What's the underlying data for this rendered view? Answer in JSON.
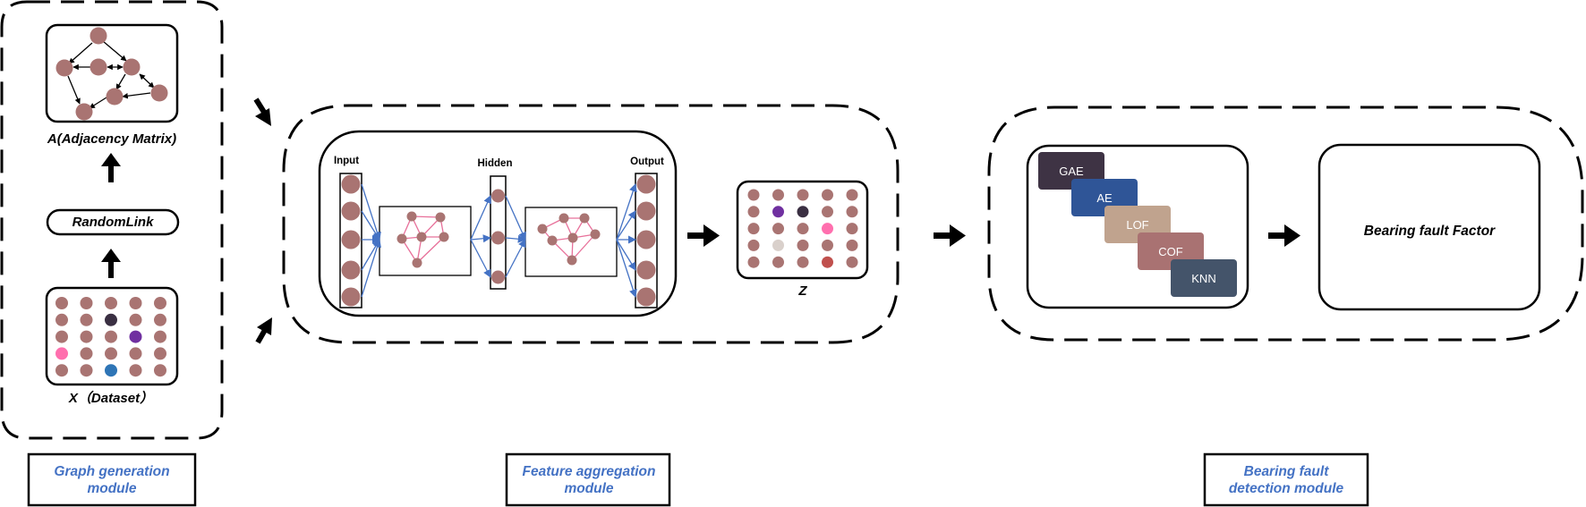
{
  "graph_module": {
    "adjacency_label": "A(Adjacency Matrix)",
    "randomlink_label": "RandomLink",
    "dataset_label": "X（Dataset）",
    "caption_line1": "Graph generation",
    "caption_line2": "module"
  },
  "feature_module": {
    "input_label": "Input",
    "hidden_label": "Hidden",
    "output_label": "Output",
    "z_label": "Z",
    "caption_line1": "Feature aggregation",
    "caption_line2": "module"
  },
  "detection_module": {
    "methods": [
      {
        "label": "GAE",
        "color": "#3e3344"
      },
      {
        "label": "AE",
        "color": "#2f5597"
      },
      {
        "label": "LOF",
        "color": "#c0a38e"
      },
      {
        "label": "COF",
        "color": "#a97272"
      },
      {
        "label": "KNN",
        "color": "#44546a"
      }
    ],
    "factor_label": "Bearing fault Factor",
    "caption_line1": "Bearing fault",
    "caption_line2": "detection module"
  },
  "colors": {
    "node": "#a97472",
    "edge_pink": "#e8709a",
    "nn_blue": "#4472c4",
    "caption_blue": "#4472c4",
    "dark_node": "#3a2f42",
    "purple_node": "#7030a0",
    "pink_node": "#ff6fae",
    "blue_node": "#2e75b6",
    "gray_node": "#d9d0cb",
    "red_node": "#c0504d"
  }
}
